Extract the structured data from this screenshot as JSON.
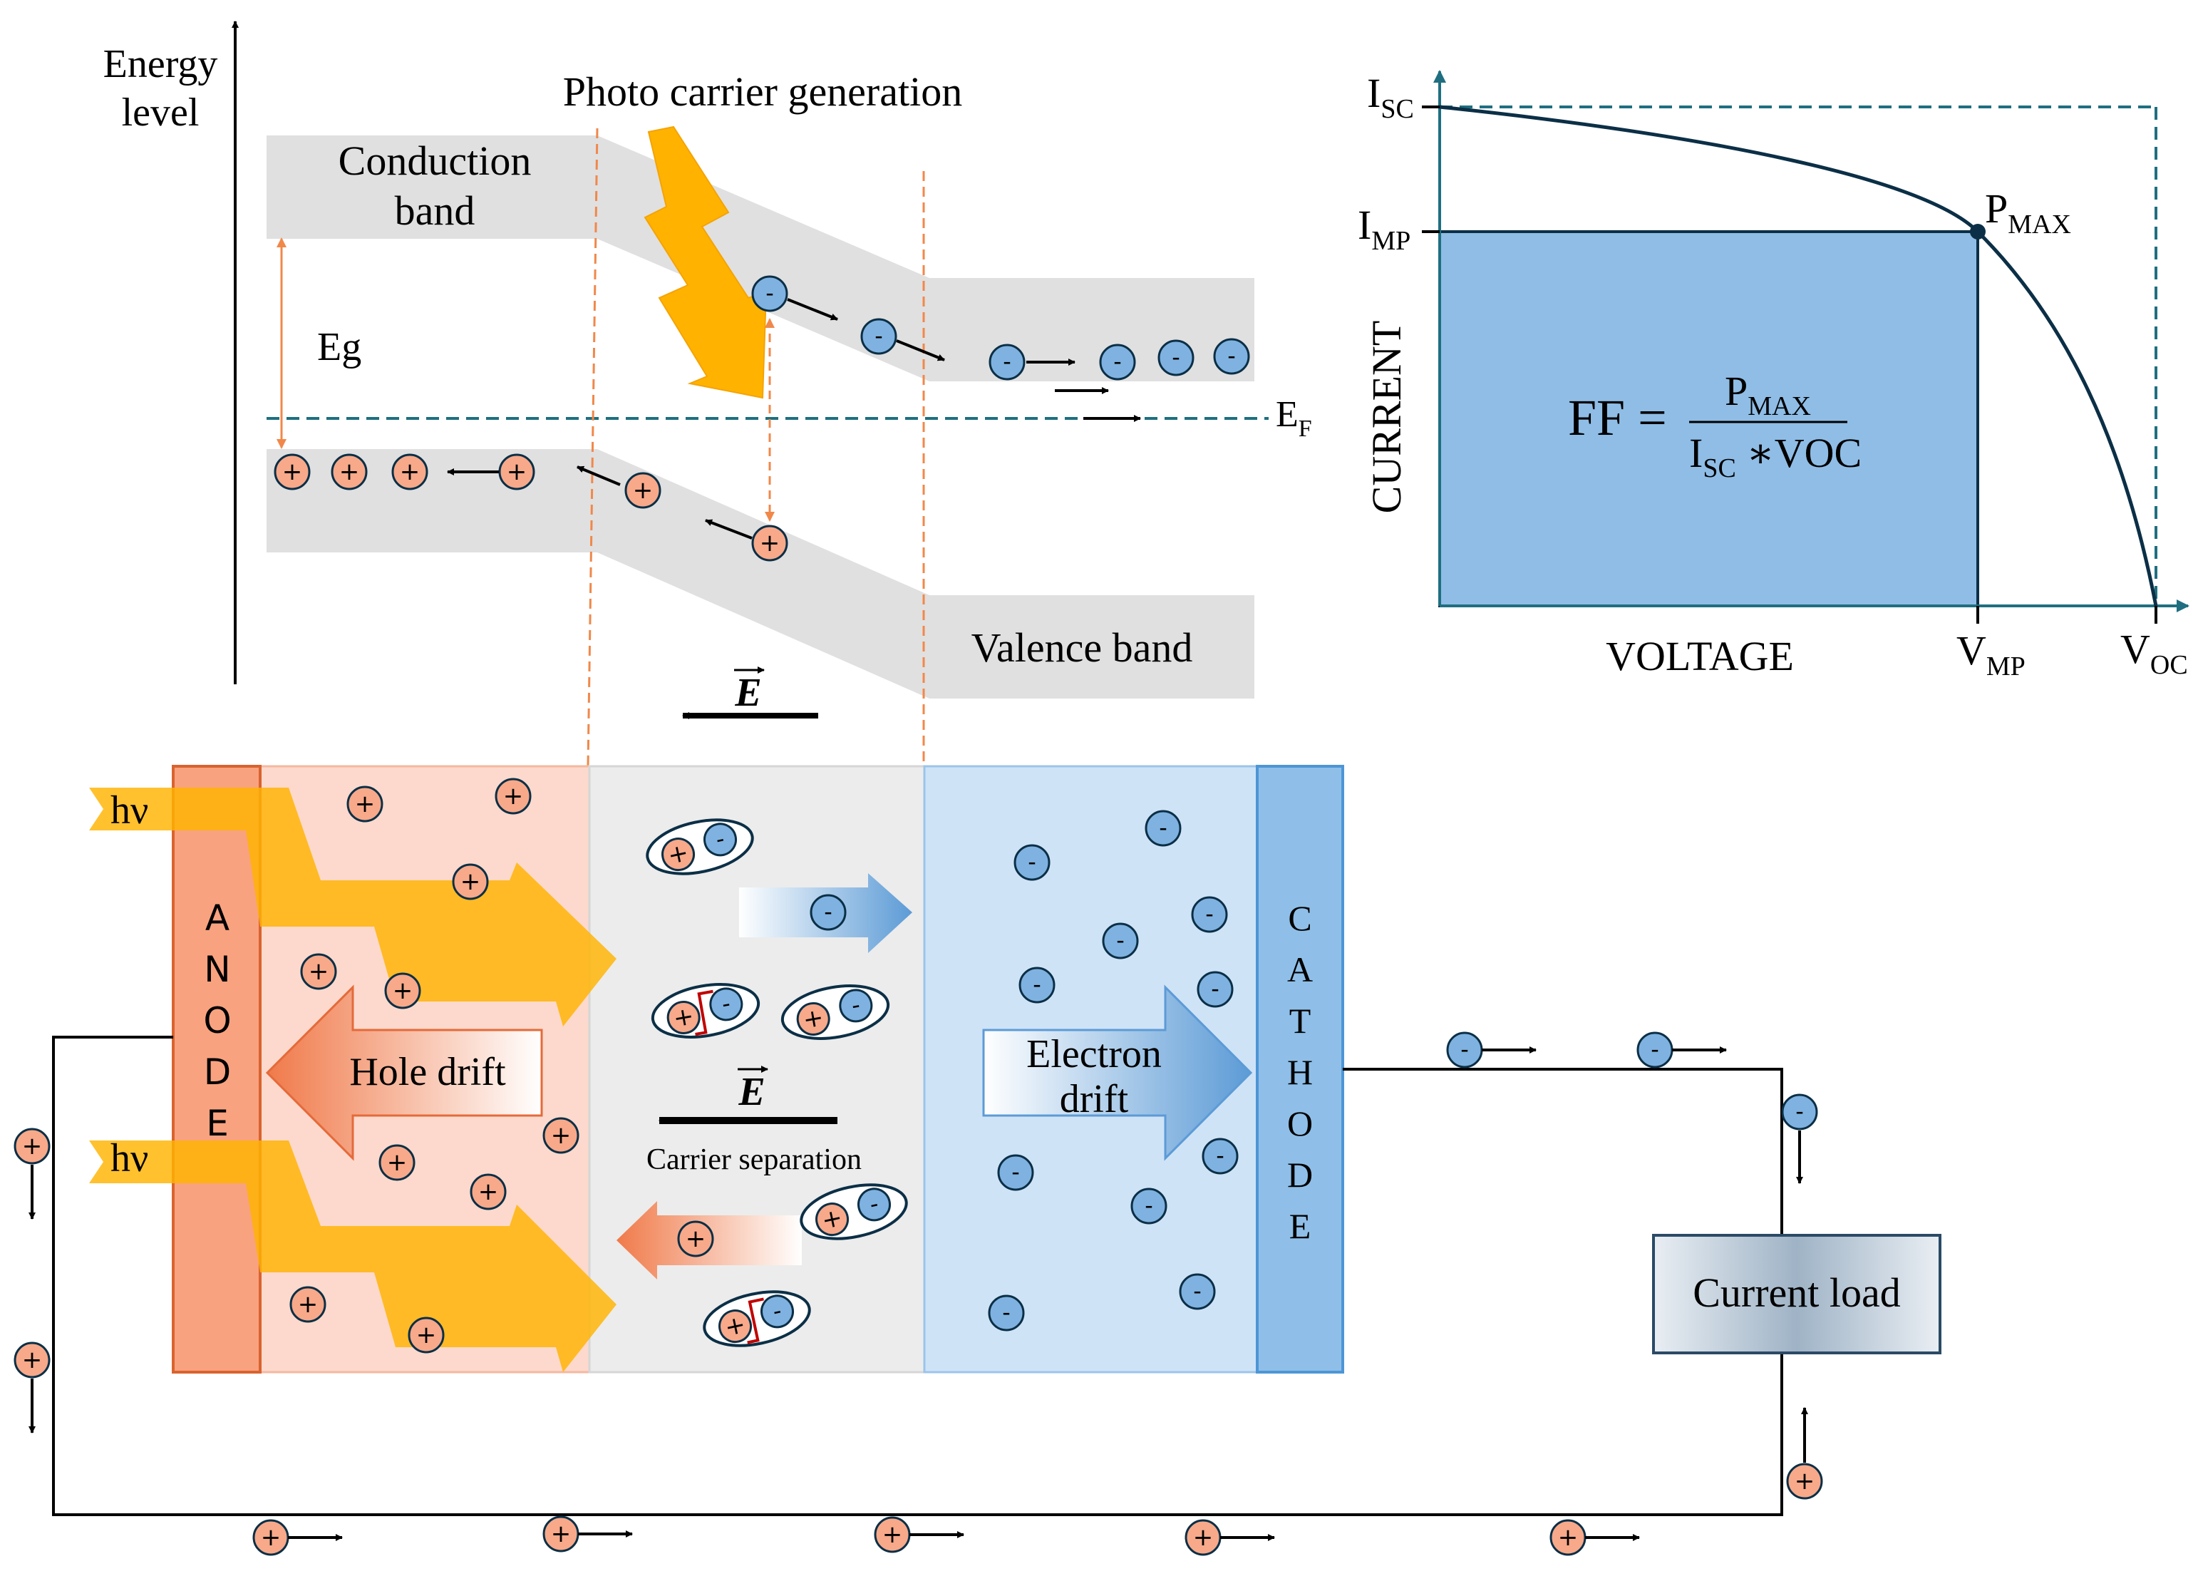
{
  "band_diagram": {
    "axis_label_line1": "Energy",
    "axis_label_line2": "level",
    "title": "Photo carrier generation",
    "conduction_line1": "Conduction",
    "conduction_line2": "band",
    "valence": "Valence band",
    "gap": "Eg",
    "fermi_main": "E",
    "fermi_sub": "F",
    "field": "E"
  },
  "iv_curve": {
    "isc_main": "I",
    "isc_sub": "SC",
    "imp_main": "I",
    "imp_sub": "MP",
    "pmax_main": "P",
    "pmax_sub": "MAX",
    "ylabel": "CURRENT",
    "xlabel": "VOLTAGE",
    "vmp_main": "V",
    "vmp_sub": "MP",
    "voc_main": "V",
    "voc_sub": "OC",
    "ff_lhs": "FF =",
    "ff_num_main": "P",
    "ff_num_sub": "MAX",
    "ff_den_main": "I",
    "ff_den_sub": "SC",
    "ff_den_rest": " ∗VOC"
  },
  "device": {
    "anode": [
      "A",
      "N",
      "O",
      "D",
      "E"
    ],
    "cathode": [
      "C",
      "A",
      "T",
      "H",
      "O",
      "D",
      "E"
    ],
    "hv": "hν",
    "hole_drift": "Hole drift",
    "electron_line1": "Electron",
    "electron_line2": "drift",
    "field": "E",
    "carrier_separation": "Carrier separation",
    "load": "Current load",
    "plus": "+",
    "minus": "-"
  },
  "colors": {
    "hole_fill": "#f7a98a",
    "electron_fill": "#7fb2e0",
    "anode": "#f9a27f",
    "cathode": "#8fbfe8",
    "p_region": "#fcd9cc",
    "n_region": "#cfe3f7",
    "junction": "#ececec",
    "band_gray": "#e0e0e0",
    "iv_box": "#8fbde6",
    "teal": "#1f6f80",
    "light_orange": "#ffb300"
  }
}
